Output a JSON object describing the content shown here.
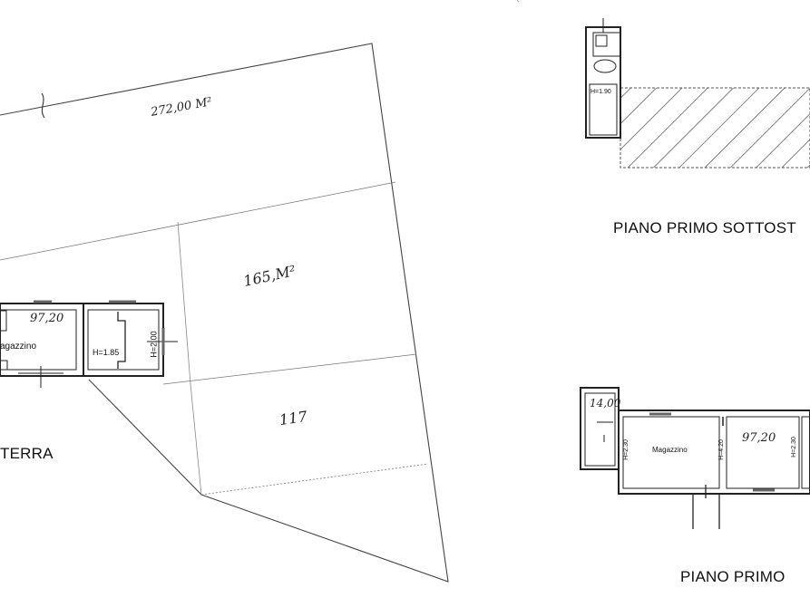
{
  "titles": {
    "terra": "TERRA",
    "primo_sottotetto": "PIANO PRIMO SOTTOST",
    "primo": "PIANO PRIMO"
  },
  "areas": {
    "top": "272,00 M²",
    "middle": "165,M²",
    "lower": "117",
    "ground_room": "97,20",
    "first_room": "97,20",
    "first_annex": "14,00"
  },
  "rooms": {
    "ground_magazzino": "agazzino",
    "ground_h1": "H=1.85",
    "ground_h2": "H=2.00",
    "sottotetto_h": "H=1.90",
    "first_magazzino": "Magazzino",
    "first_h1": "H=2.30",
    "first_h2": "H=4.20",
    "first_h3": "H=2.30"
  }
}
